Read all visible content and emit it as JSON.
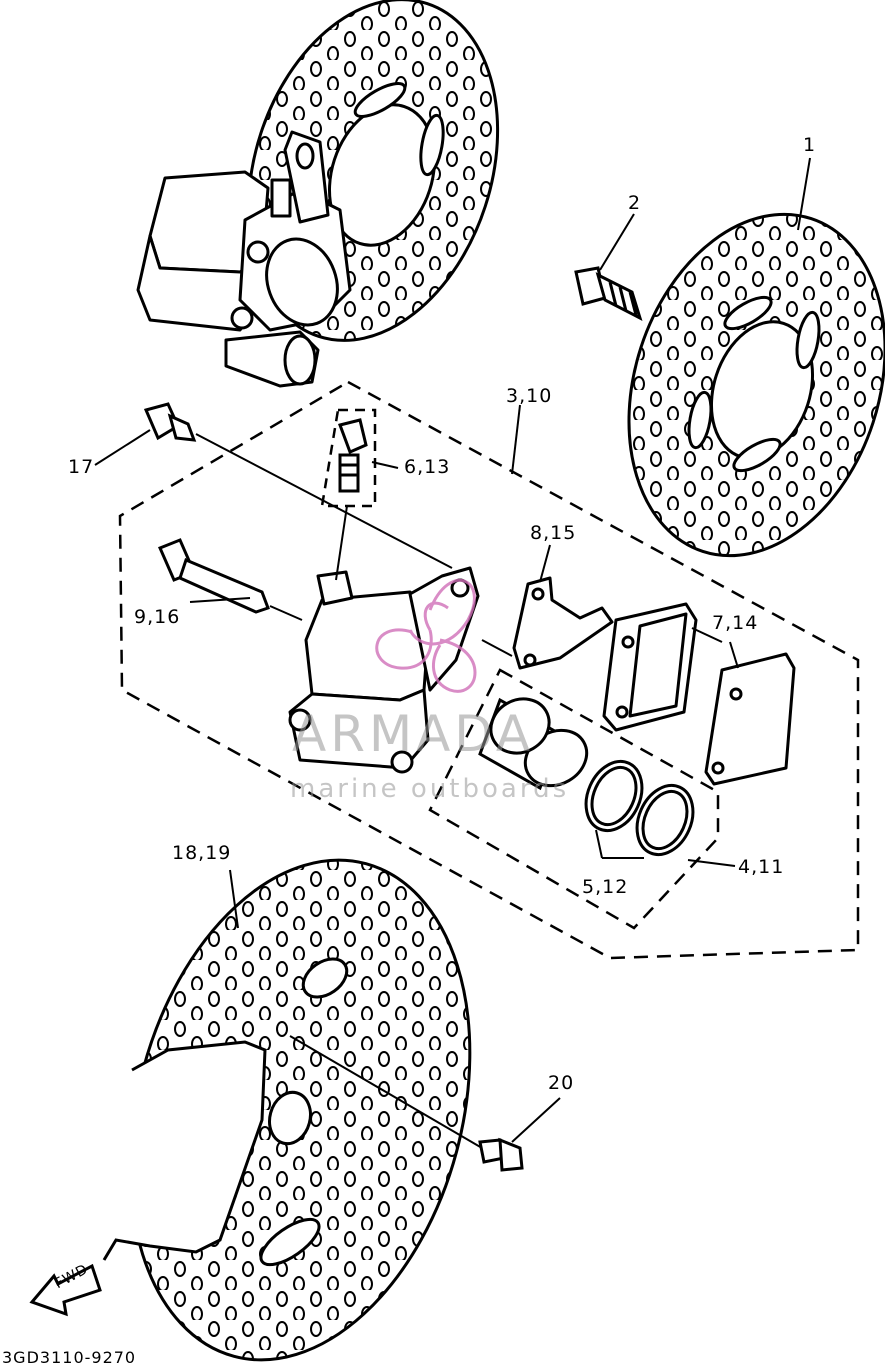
{
  "callouts": {
    "c1": "1",
    "c2": "2",
    "c3_10": "3,10",
    "c6_13": "6,13",
    "c8_15": "8,15",
    "c9_16": "9,16",
    "c7_14": "7,14",
    "c17": "17",
    "c4_11": "4,11",
    "c5_12": "5,12",
    "c18_19": "18,19",
    "c20": "20"
  },
  "arrow": {
    "label": "FWD"
  },
  "watermark": {
    "title": "ARMADA",
    "subtitle": "marine outboards"
  },
  "doc_code": "3GD3110-9270",
  "colors": {
    "line": "#000000",
    "watermark_text": "#999999",
    "watermark_logo": "#d070b8"
  }
}
